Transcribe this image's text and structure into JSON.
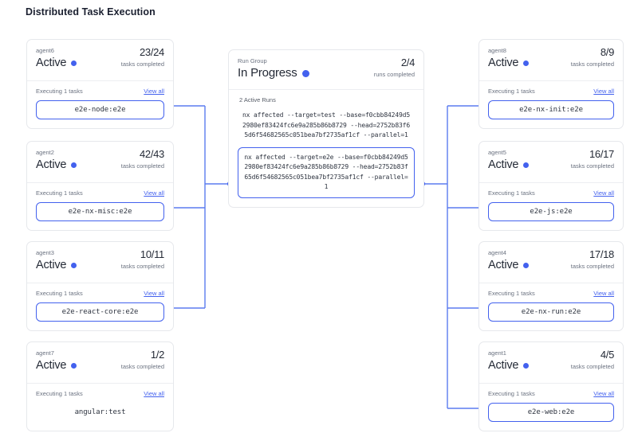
{
  "page": {
    "title": "Distributed Task Execution"
  },
  "theme": {
    "accent": "#4361ee",
    "card_border": "#e6e8ec",
    "text": "#242a36",
    "muted": "#6b7280"
  },
  "run_group": {
    "kicker": "Run Group",
    "status": "In Progress",
    "count": "2/4",
    "count_label": "runs completed",
    "active_runs_label": "2 Active Runs",
    "runs": [
      {
        "command": "nx affected --target=test --base=f0cbb84249d52980ef83424fc6e9a285b86b8729 --head=2752b83f65d6f54682565c051bea7bf2735af1cf --parallel=1",
        "highlighted": false
      },
      {
        "command": "nx affected --target=e2e --base=f0cbb84249d52980ef83424fc6e9a285b86b8729 --head=2752b83f65d6f54682565c051bea7bf2735af1cf --parallel=1",
        "highlighted": true
      }
    ]
  },
  "labels": {
    "executing": "Executing 1 tasks",
    "view_all": "View all",
    "tasks_completed": "tasks completed"
  },
  "agents_left": [
    {
      "name": "agent6",
      "status": "Active",
      "count": "23/24",
      "count_label": "tasks completed",
      "executing": "Executing 1 tasks",
      "view_all": "View all",
      "task": "e2e-node:e2e",
      "connected": true
    },
    {
      "name": "agent2",
      "status": "Active",
      "count": "42/43",
      "count_label": "tasks completed",
      "executing": "Executing 1 tasks",
      "view_all": "View all",
      "task": "e2e-nx-misc:e2e",
      "connected": true
    },
    {
      "name": "agent3",
      "status": "Active",
      "count": "10/11",
      "count_label": "tasks completed",
      "executing": "Executing 1 tasks",
      "view_all": "View all",
      "task": "e2e-react-core:e2e",
      "connected": true
    },
    {
      "name": "agent7",
      "status": "Active",
      "count": "1/2",
      "count_label": "tasks completed",
      "executing": "Executing 1 tasks",
      "view_all": "View all",
      "task": "angular:test",
      "connected": false
    }
  ],
  "agents_right": [
    {
      "name": "agent8",
      "status": "Active",
      "count": "8/9",
      "count_label": "tasks completed",
      "executing": "Executing 1 tasks",
      "view_all": "View all",
      "task": "e2e-nx-init:e2e",
      "connected": true
    },
    {
      "name": "agent5",
      "status": "Active",
      "count": "16/17",
      "count_label": "tasks completed",
      "executing": "Executing 1 tasks",
      "view_all": "View all",
      "task": "e2e-js:e2e",
      "connected": true
    },
    {
      "name": "agent4",
      "status": "Active",
      "count": "17/18",
      "count_label": "tasks completed",
      "executing": "Executing 1 tasks",
      "view_all": "View all",
      "task": "e2e-nx-run:e2e",
      "connected": true
    },
    {
      "name": "agent1",
      "status": "Active",
      "count": "4/5",
      "count_label": "tasks completed",
      "executing": "Executing 1 tasks",
      "view_all": "View all",
      "task": "e2e-web:e2e",
      "connected": true
    }
  ]
}
